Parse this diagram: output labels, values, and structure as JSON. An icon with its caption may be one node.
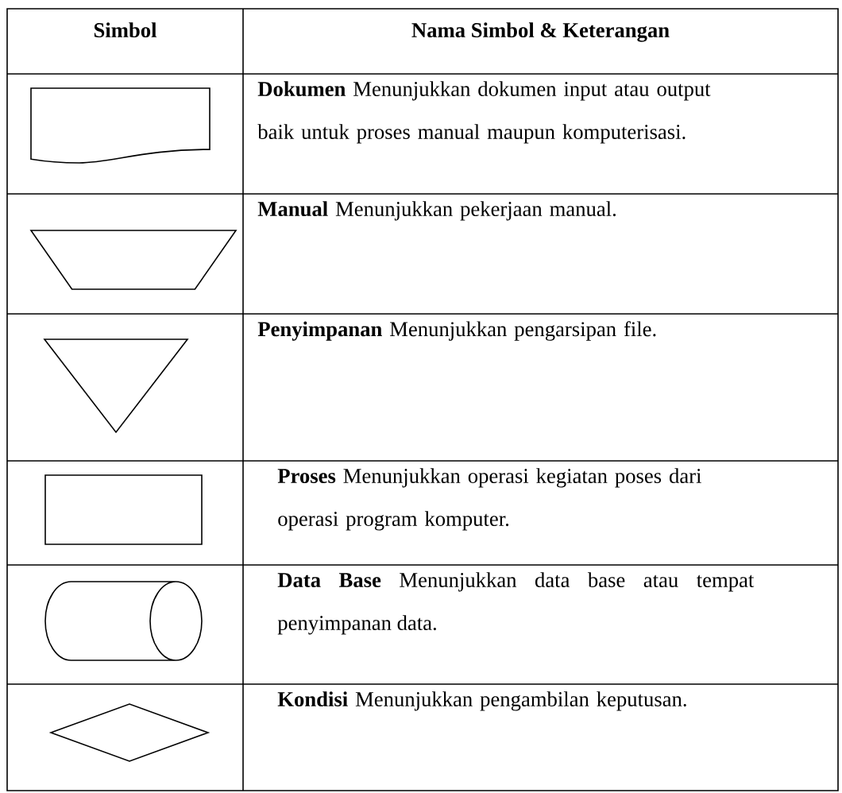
{
  "diagram": {
    "nodes": [
      {
        "text": [],
        "shape": "document"
      },
      {
        "text": [],
        "shape": "trapezoid"
      },
      {
        "text": [],
        "shape": "triangle"
      },
      {
        "text": [],
        "shape": "box"
      },
      {
        "text": [],
        "shape": "cylinder"
      },
      {
        "text": [],
        "shape": "diamond"
      }
    ],
    "labels": [
      "Simbol",
      "Nama Simbol & Keterangan",
      "**Dokumen** Menunjukkan dokumen input atau output baik untuk proses manual maupun komputerisasi.",
      "**Manual** Menunjukkan pekerjaan manual.",
      "**Penyimpanan** Menunjukkan pengarsipan file.",
      "**Proses** Menunjukkan operasi kegiatan poses dari operasi program komputer.",
      "**Data Base** Menunjukkan data base atau tempat penyimpanan data.",
      "**Kondisi** Menunjukkan pengambilan keputusan."
    ]
  }
}
